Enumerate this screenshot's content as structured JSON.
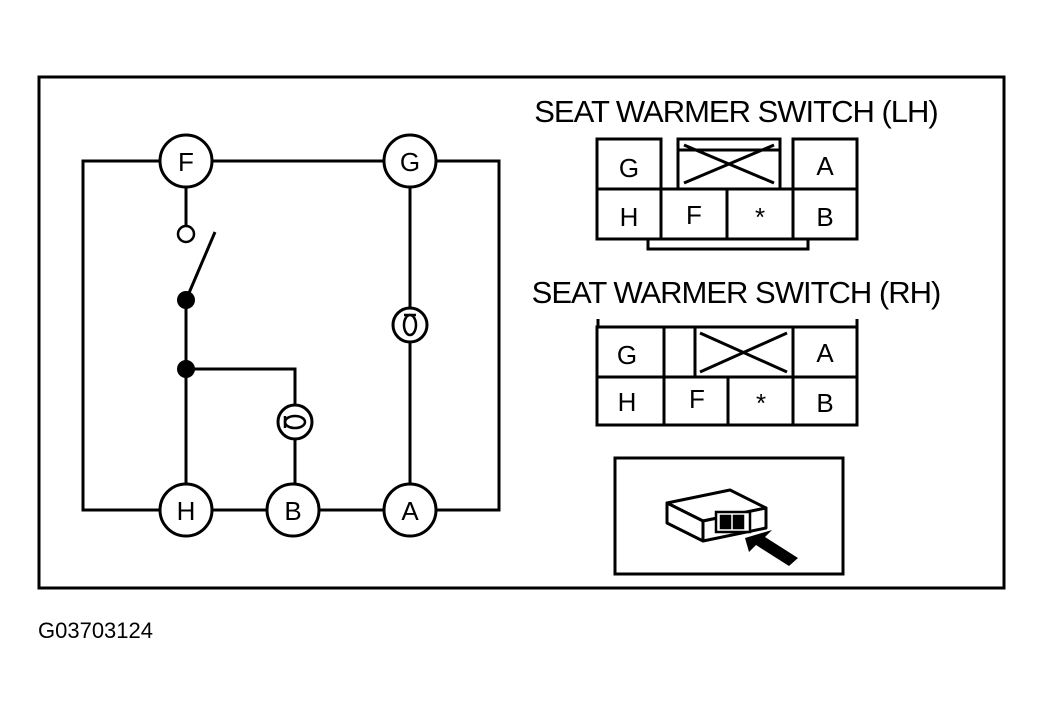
{
  "schematic": {
    "terminals": {
      "F": "F",
      "G": "G",
      "H": "H",
      "B": "B",
      "A": "A"
    }
  },
  "connectors": {
    "lh": {
      "title": "SEAT WARMER SWITCH (LH)",
      "pins": {
        "G": "G",
        "A": "A",
        "H": "H",
        "F": "F",
        "unused": "*",
        "B": "B"
      }
    },
    "rh": {
      "title": "SEAT WARMER SWITCH (RH)",
      "pins": {
        "G": "G",
        "A": "A",
        "H": "H",
        "F": "F",
        "unused": "*",
        "B": "B"
      }
    }
  },
  "figure_id": "G03703124"
}
